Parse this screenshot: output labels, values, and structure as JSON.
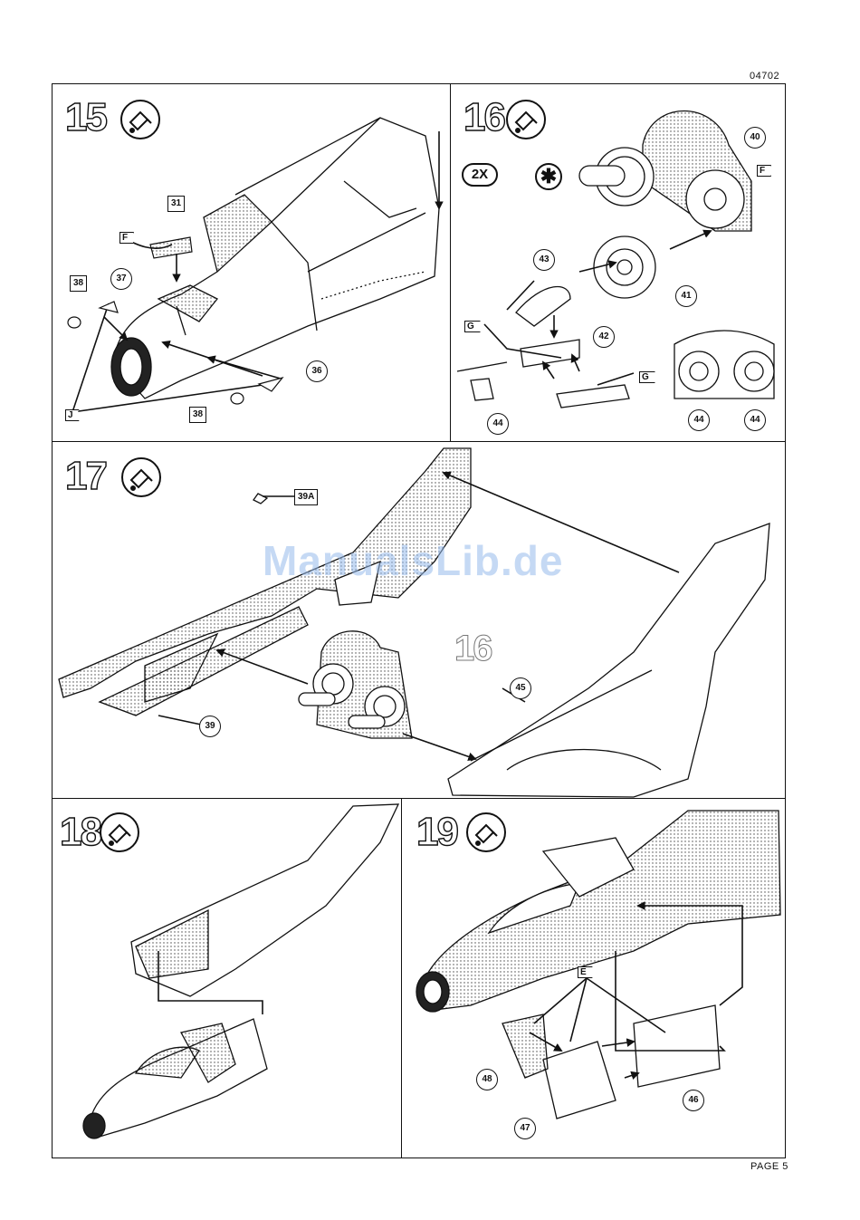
{
  "document": {
    "code": "04702",
    "page_label": "PAGE 5",
    "watermark": "ManualsLib.de"
  },
  "steps": [
    {
      "number": "15",
      "glue_icon": "glue-tube-icon",
      "parts": [
        "31",
        "36",
        "37",
        "38",
        "38"
      ],
      "flags": [
        "F",
        "J"
      ]
    },
    {
      "number": "16",
      "glue_icon": "glue-tube-icon",
      "multiplier": "2X",
      "star": "✱",
      "parts": [
        "40",
        "41",
        "42",
        "43",
        "44",
        "44",
        "44"
      ],
      "flags": [
        "F",
        "G",
        "G"
      ]
    },
    {
      "number": "17",
      "glue_icon": "glue-tube-icon",
      "parts": [
        "39A",
        "39",
        "45"
      ],
      "ref_step": "16"
    },
    {
      "number": "18",
      "glue_icon": "glue-tube-icon"
    },
    {
      "number": "19",
      "glue_icon": "glue-tube-icon",
      "parts": [
        "46",
        "47",
        "48"
      ],
      "flags": [
        "E"
      ]
    }
  ]
}
